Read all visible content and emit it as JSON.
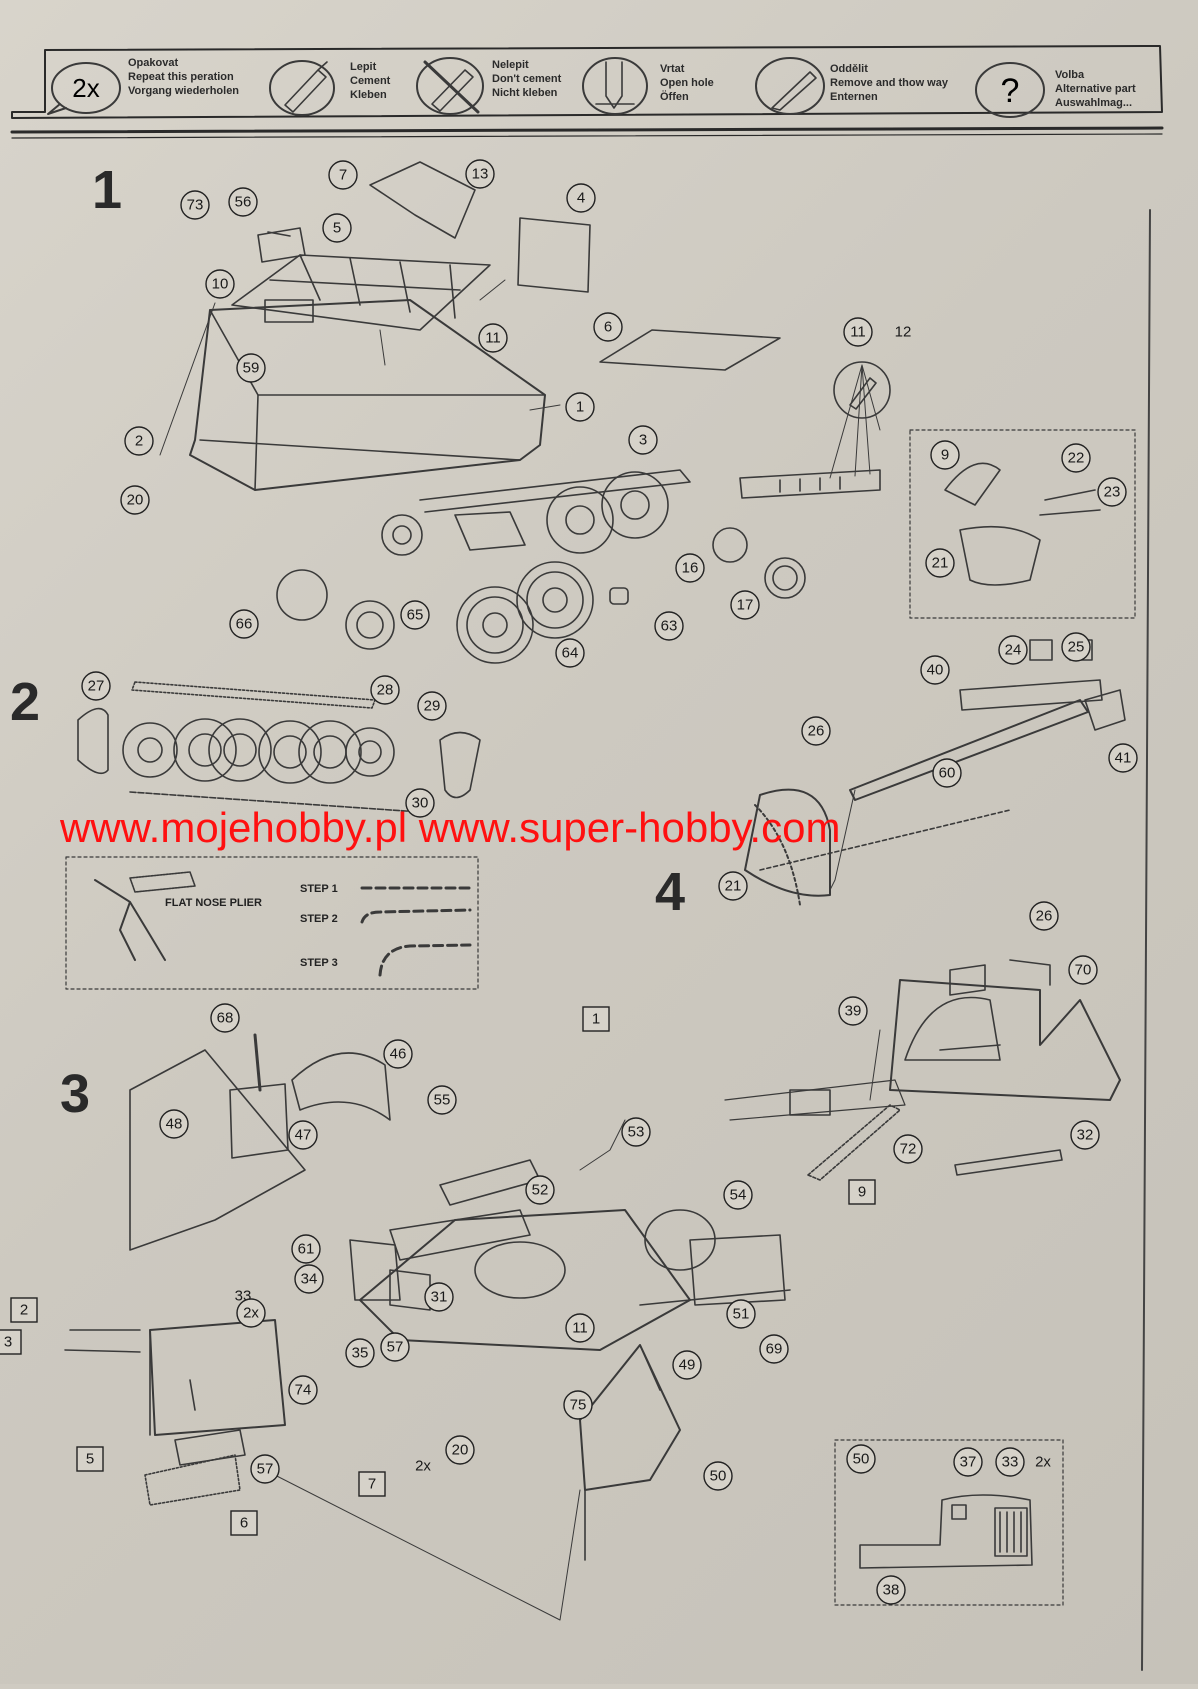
{
  "legend": [
    {
      "icon": "repeat-2x-icon",
      "symbol": "2x",
      "lines": [
        "Opakovat",
        "Repeat this peration",
        "Vorgang wiederholen"
      ]
    },
    {
      "icon": "cement-tube-icon",
      "lines": [
        "Lepit",
        "Cement",
        "Kleben"
      ]
    },
    {
      "icon": "no-cement-icon",
      "lines": [
        "Nelepit",
        "Don't cement",
        "Nicht kleben"
      ]
    },
    {
      "icon": "drill-icon",
      "lines": [
        "Vrtat",
        "Open hole",
        "Öffen"
      ]
    },
    {
      "icon": "knife-icon",
      "lines": [
        "Oddělit",
        "Remove and thow way",
        "Enternen"
      ]
    },
    {
      "icon": "question-icon",
      "symbol": "?",
      "lines": [
        "Volba",
        "Alternative part",
        "Auswahlmag..."
      ]
    }
  ],
  "steps": [
    "1",
    "2",
    "3",
    "4"
  ],
  "watermark": "www.mojehobby.pl www.super-hobby.com",
  "step1_parts": [
    "73",
    "56",
    "7",
    "13",
    "4",
    "5",
    "10",
    "59",
    "6",
    "11",
    "12",
    "11",
    "1",
    "2",
    "3",
    "20",
    "16",
    "63",
    "17",
    "66",
    "65",
    "64",
    "9",
    "22",
    "23",
    "21"
  ],
  "step2_parts": [
    "27",
    "28",
    "29",
    "30"
  ],
  "plier_box": {
    "label": "FLAT NOSE PLIER",
    "step_labels": [
      "STEP 1",
      "STEP 2",
      "STEP 3"
    ]
  },
  "step3_parts": [
    "68",
    "46",
    "48",
    "47",
    "55",
    "1",
    "53",
    "52",
    "54",
    "61",
    "34",
    "31",
    "33",
    "2x",
    "11",
    "51",
    "2",
    "3",
    "35",
    "57",
    "74",
    "75",
    "69",
    "49",
    "5",
    "7",
    "2x",
    "20",
    "57",
    "6",
    "50"
  ],
  "step4_parts": [
    "24",
    "25",
    "40",
    "26",
    "60",
    "41",
    "21",
    "26",
    "70",
    "39",
    "72",
    "9",
    "32"
  ],
  "inset_parts": [
    "50",
    "37",
    "33",
    "2x",
    "38"
  ]
}
